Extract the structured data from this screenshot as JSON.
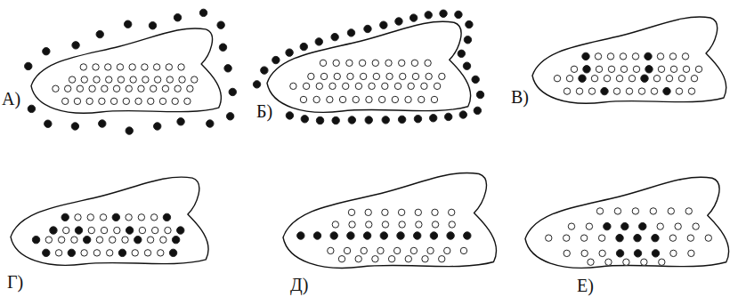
{
  "diagram": {
    "labels": [
      "А)",
      "Б)",
      "В)",
      "Г)",
      "Д)",
      "Е)"
    ]
  }
}
